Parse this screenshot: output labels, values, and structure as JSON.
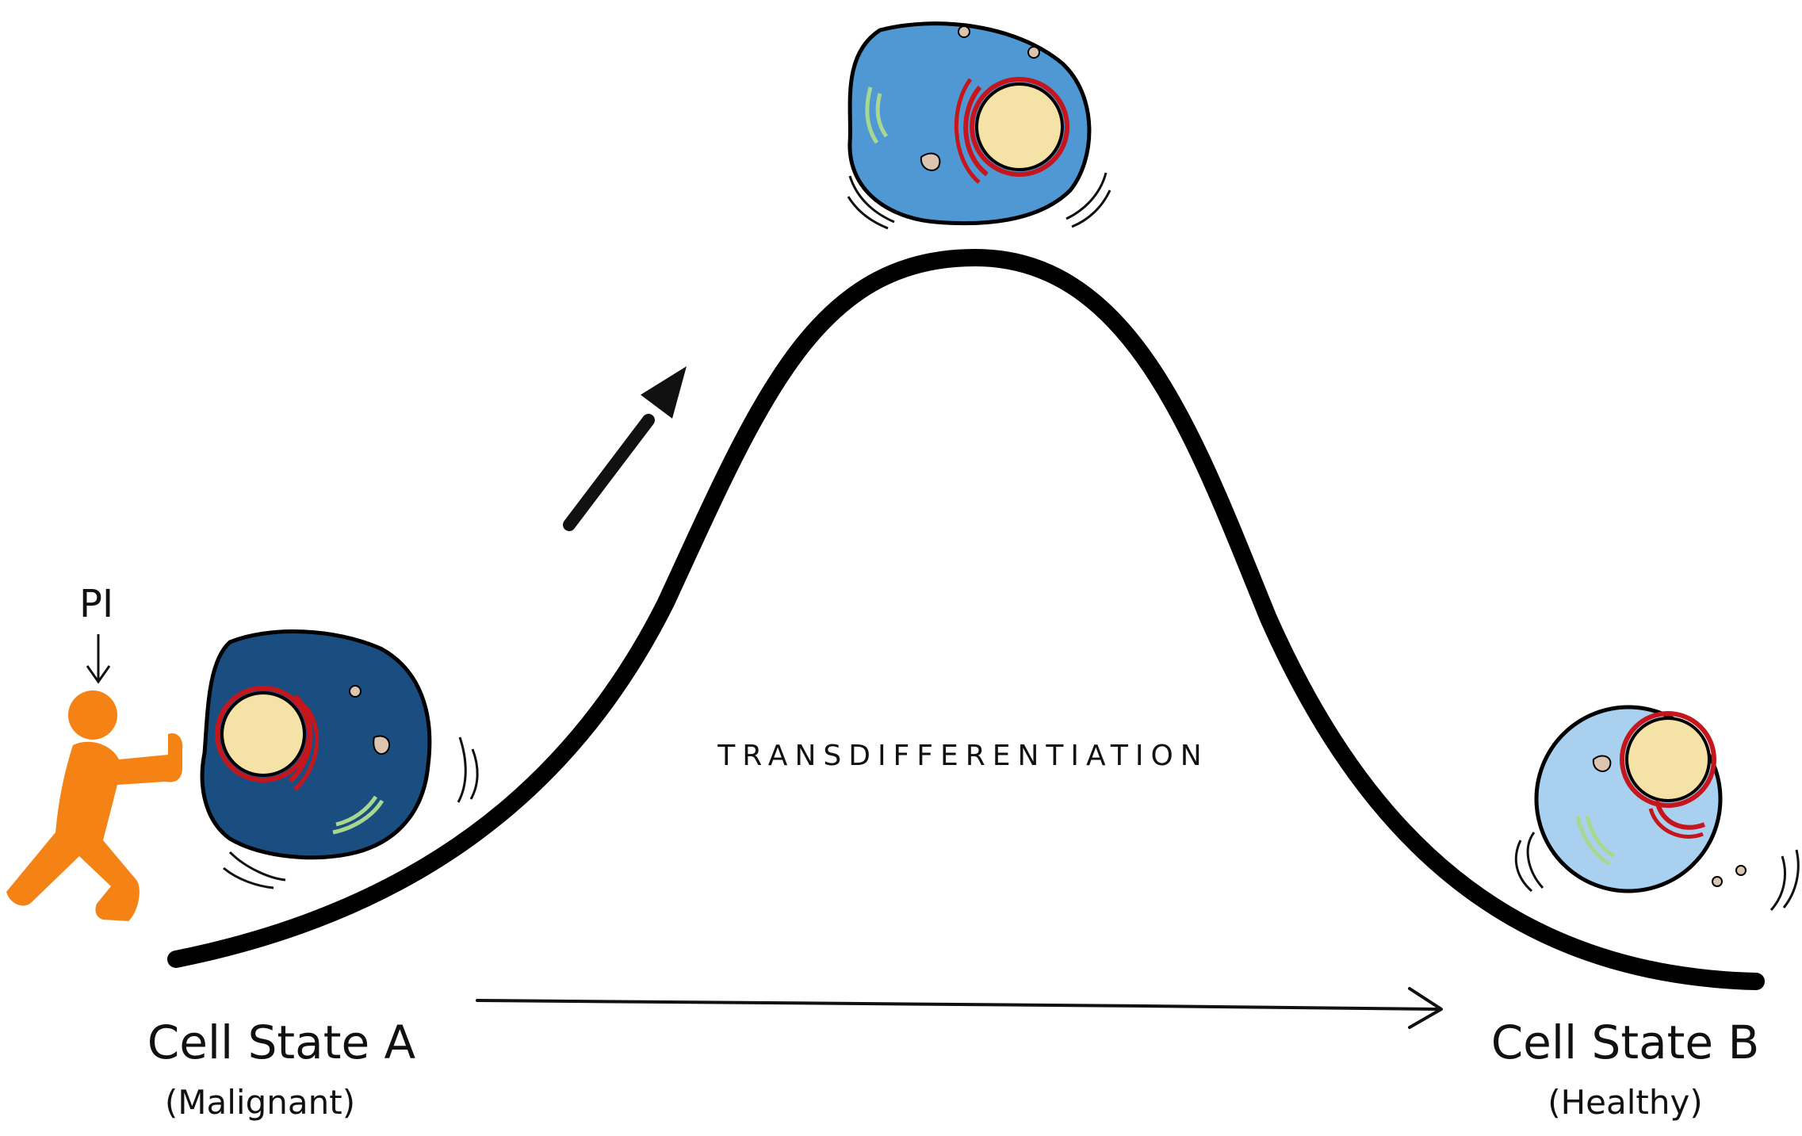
{
  "labels": {
    "pi": "PI",
    "process": "TRANSDIFFERENTIATION",
    "state_a": "Cell State A",
    "state_a_sub": "(Malignant)",
    "state_b": "Cell State B",
    "state_b_sub": "(Healthy)"
  },
  "colors": {
    "background": "#ffffff",
    "curve": "#000000",
    "person": "#f58214",
    "cell_malignant": "#1a4e80",
    "cell_transition": "#4f98d3",
    "cell_healthy": "#a9d0ef",
    "nucleus": "#f4e2a6",
    "nuclear_envelope": "#c4161c",
    "golgi": "#a8d890",
    "organelle": "#dcc5b0"
  }
}
